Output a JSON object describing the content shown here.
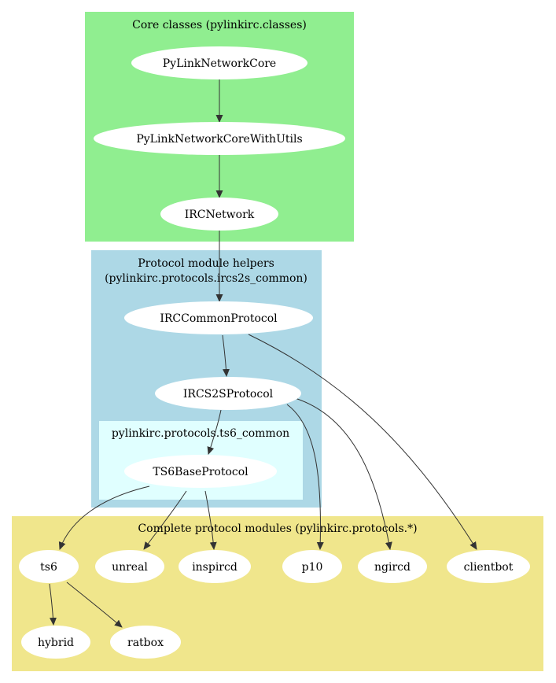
{
  "colors": {
    "core_fill": "#90ee90",
    "helpers_fill": "#add8e6",
    "ts6_fill": "#e0ffff",
    "modules_fill": "#f0e68c",
    "node_fill": "#ffffff",
    "edge": "#333333"
  },
  "clusters": {
    "core": {
      "label": "Core classes (pylinkirc.classes)"
    },
    "helpers": {
      "label_line1": "Protocol module helpers",
      "label_line2": "(pylinkirc.protocols.ircs2s_common)"
    },
    "ts6_common": {
      "label": "pylinkirc.protocols.ts6_common"
    },
    "modules": {
      "label": "Complete protocol modules (pylinkirc.protocols.*)"
    }
  },
  "nodes": {
    "pylinknetworkcore": "PyLinkNetworkCore",
    "pylinknetworkcorewithutils": "PyLinkNetworkCoreWithUtils",
    "ircnetwork": "IRCNetwork",
    "irccommonprotocol": "IRCCommonProtocol",
    "ircs2sprotocol": "IRCS2SProtocol",
    "ts6baseprotocol": "TS6BaseProtocol",
    "ts6": "ts6",
    "unreal": "unreal",
    "inspircd": "inspircd",
    "p10": "p10",
    "ngircd": "ngircd",
    "clientbot": "clientbot",
    "hybrid": "hybrid",
    "ratbox": "ratbox"
  },
  "edges": [
    [
      "pylinknetworkcore",
      "pylinknetworkcorewithutils"
    ],
    [
      "pylinknetworkcorewithutils",
      "ircnetwork"
    ],
    [
      "ircnetwork",
      "irccommonprotocol"
    ],
    [
      "irccommonprotocol",
      "ircs2sprotocol"
    ],
    [
      "irccommonprotocol",
      "clientbot"
    ],
    [
      "ircs2sprotocol",
      "ts6baseprotocol"
    ],
    [
      "ircs2sprotocol",
      "p10"
    ],
    [
      "ircs2sprotocol",
      "ngircd"
    ],
    [
      "ts6baseprotocol",
      "ts6"
    ],
    [
      "ts6baseprotocol",
      "unreal"
    ],
    [
      "ts6baseprotocol",
      "inspircd"
    ],
    [
      "ts6",
      "hybrid"
    ],
    [
      "ts6",
      "ratbox"
    ]
  ]
}
